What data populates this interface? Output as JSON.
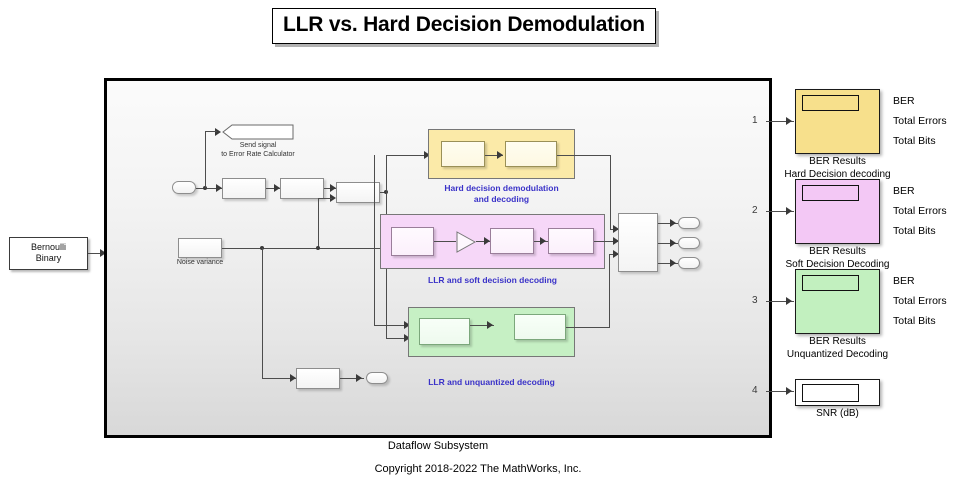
{
  "title": "LLR vs. Hard Decision Demodulation",
  "subsystem": {
    "caption": "Dataflow Subsystem",
    "copyright": "Copyright 2018-2022 The MathWorks, Inc."
  },
  "source_block": {
    "line1": "Bernoulli",
    "line2": "Binary"
  },
  "inport_label": "1",
  "annotations": {
    "goto_flag_line1": "Send signal",
    "goto_flag_line2": "to Error Rate Calculator",
    "noise_variance": "Noise variance"
  },
  "regions": [
    {
      "name": "hard-decision",
      "caption_line1": "Hard decision demodulation",
      "caption_line2": "and decoding",
      "color": "#fbeaa8"
    },
    {
      "name": "soft-decision",
      "caption_line1": "LLR and soft decision decoding",
      "caption_line2": "",
      "color": "#f6d7f8"
    },
    {
      "name": "unquantized",
      "caption_line1": "LLR and unquantized decoding",
      "caption_line2": "",
      "color": "#c6f0c4"
    }
  ],
  "outports": [
    {
      "num": "1"
    },
    {
      "num": "2"
    },
    {
      "num": "3"
    },
    {
      "num": "4"
    }
  ],
  "displays": [
    {
      "name": "ber-hard-decision",
      "color": "#f7e08c",
      "caption_line1": "BER Results",
      "caption_line2": "Hard Decision decoding",
      "signals": [
        "BER",
        "Total Errors",
        "Total Bits"
      ]
    },
    {
      "name": "ber-soft-decision",
      "color": "#f3c8f5",
      "caption_line1": "BER Results",
      "caption_line2": "Soft Decision Decoding",
      "signals": [
        "BER",
        "Total Errors",
        "Total Bits"
      ]
    },
    {
      "name": "ber-unquantized",
      "color": "#c2f0bf",
      "caption_line1": "BER Results",
      "caption_line2": "Unquantized Decoding",
      "signals": [
        "BER",
        "Total Errors",
        "Total Bits"
      ]
    },
    {
      "name": "snr-display",
      "color": "#ffffff",
      "caption_line1": "SNR (dB)",
      "caption_line2": "",
      "signals": []
    }
  ],
  "colors": {
    "accent_caption": "#3a32c8",
    "wire": "#4d4d4d",
    "border": "#000000"
  }
}
